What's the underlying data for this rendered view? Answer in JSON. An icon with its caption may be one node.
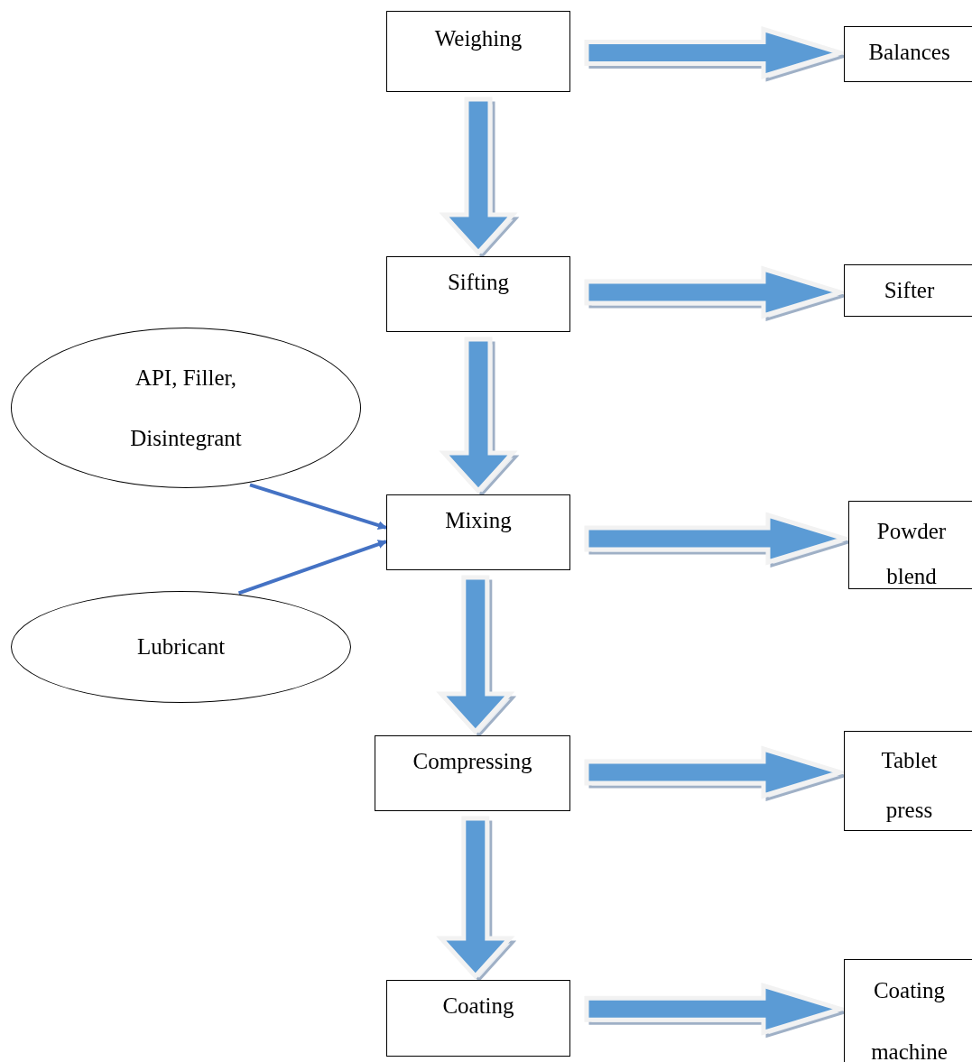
{
  "diagram": {
    "nodes": [
      {
        "text": [
          "Weighing"
        ]
      },
      {
        "text": [
          "Balances"
        ]
      },
      {
        "text": [
          "Sifting"
        ]
      },
      {
        "text": [
          "Sifter"
        ]
      },
      {
        "text": [
          "API, Filler, Disintegrant"
        ]
      },
      {
        "text": [
          "Mixing"
        ]
      },
      {
        "text": [
          "Powder blend"
        ]
      },
      {
        "text": [
          "Lubricant"
        ]
      },
      {
        "text": [
          "Compressing"
        ]
      },
      {
        "text": [
          "Tablet press"
        ]
      },
      {
        "text": [
          "Coating"
        ]
      },
      {
        "text": [
          "Coating machine"
        ]
      }
    ],
    "edges": [
      {
        "from": 0,
        "to": 1,
        "arrow": "to",
        "style": "thick"
      },
      {
        "from": 0,
        "to": 2,
        "arrow": "to",
        "style": "thick"
      },
      {
        "from": 2,
        "to": 3,
        "arrow": "to",
        "style": "thick"
      },
      {
        "from": 2,
        "to": 5,
        "arrow": "to",
        "style": "thick"
      },
      {
        "from": 4,
        "to": 5,
        "arrow": "to",
        "color": "#4472c4"
      },
      {
        "from": 7,
        "to": 5,
        "arrow": "to",
        "color": "#4472c4"
      },
      {
        "from": 5,
        "to": 6,
        "arrow": "to",
        "style": "thick"
      },
      {
        "from": 5,
        "to": 8,
        "arrow": "to",
        "style": "thick"
      },
      {
        "from": 8,
        "to": 9,
        "arrow": "to",
        "style": "thick"
      },
      {
        "from": 8,
        "to": 10,
        "arrow": "to",
        "style": "thick"
      },
      {
        "from": 10,
        "to": 11,
        "arrow": "to",
        "style": "thick"
      }
    ]
  }
}
